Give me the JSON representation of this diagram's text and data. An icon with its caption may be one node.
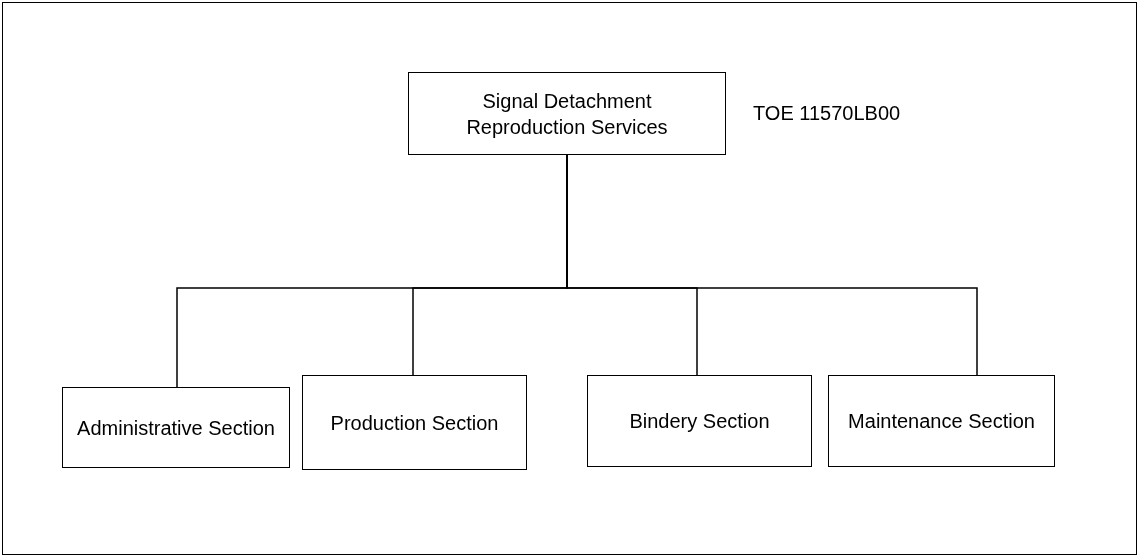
{
  "diagram": {
    "nodes": [
      {
        "text": [
          "Signal Detachment Reproduction Services"
        ],
        "beside": [
          "TOE 11570LB00"
        ]
      },
      {
        "text": [
          "Administrative Section"
        ]
      },
      {
        "text": [
          "Production Section"
        ]
      },
      {
        "text": [
          "Bindery Section"
        ]
      },
      {
        "text": [
          "Maintenance Section"
        ]
      }
    ],
    "edges": [
      {
        "from": 0,
        "to": 1,
        "arrow": "none"
      },
      {
        "from": 0,
        "to": 2,
        "arrow": "none"
      },
      {
        "from": 0,
        "to": 3,
        "arrow": "none"
      },
      {
        "from": 0,
        "to": 4,
        "arrow": "none"
      }
    ]
  }
}
